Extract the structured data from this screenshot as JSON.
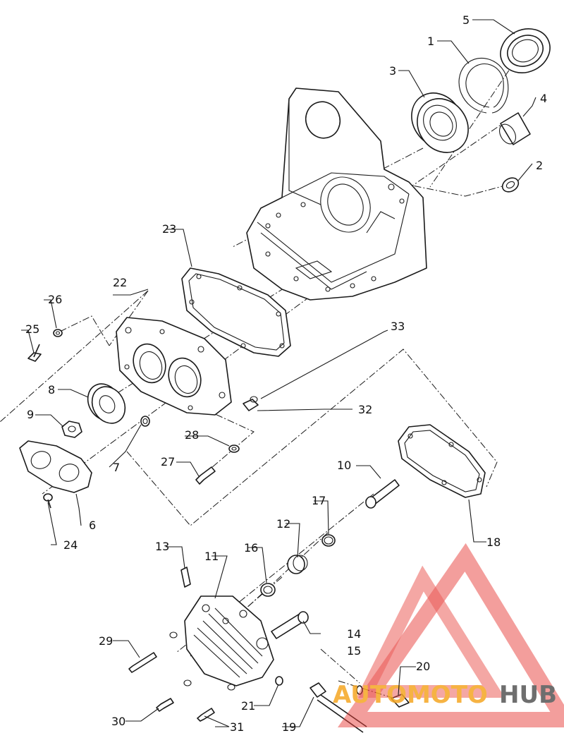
{
  "callouts": [
    {
      "id": "1",
      "label": "1"
    },
    {
      "id": "2",
      "label": "2"
    },
    {
      "id": "3",
      "label": "3"
    },
    {
      "id": "4",
      "label": "4"
    },
    {
      "id": "5",
      "label": "5"
    },
    {
      "id": "6",
      "label": "6"
    },
    {
      "id": "7",
      "label": "7"
    },
    {
      "id": "8",
      "label": "8"
    },
    {
      "id": "9",
      "label": "9"
    },
    {
      "id": "10",
      "label": "10"
    },
    {
      "id": "11",
      "label": "11"
    },
    {
      "id": "12",
      "label": "12"
    },
    {
      "id": "13",
      "label": "13"
    },
    {
      "id": "14",
      "label": "14"
    },
    {
      "id": "15",
      "label": "15"
    },
    {
      "id": "16",
      "label": "16"
    },
    {
      "id": "17",
      "label": "17"
    },
    {
      "id": "18",
      "label": "18"
    },
    {
      "id": "19",
      "label": "19"
    },
    {
      "id": "20",
      "label": "20"
    },
    {
      "id": "21",
      "label": "21"
    },
    {
      "id": "22",
      "label": "22"
    },
    {
      "id": "23",
      "label": "23"
    },
    {
      "id": "24",
      "label": "24"
    },
    {
      "id": "25",
      "label": "25"
    },
    {
      "id": "26",
      "label": "26"
    },
    {
      "id": "27",
      "label": "27"
    },
    {
      "id": "28",
      "label": "28"
    },
    {
      "id": "29",
      "label": "29"
    },
    {
      "id": "30",
      "label": "30"
    },
    {
      "id": "31",
      "label": "31"
    },
    {
      "id": "32",
      "label": "32"
    },
    {
      "id": "33",
      "label": "33"
    }
  ],
  "watermark": {
    "text_orange": "AUTOMOTO",
    "text_gray": "HUB",
    "color_red": "#e8413c",
    "color_orange": "#f5a623",
    "color_gray": "#555555"
  }
}
